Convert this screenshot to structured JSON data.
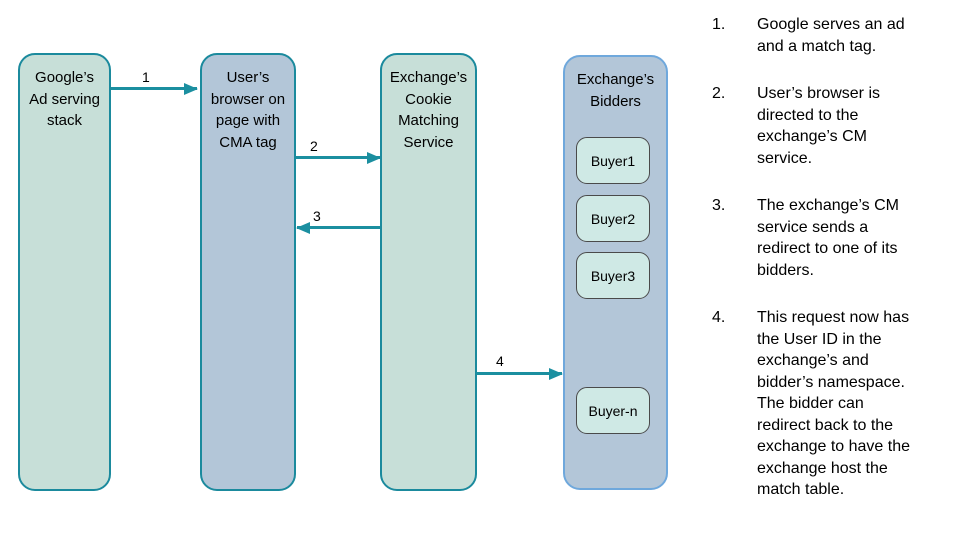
{
  "colors": {
    "teal_border": "#1b8a9d",
    "teal_arrow": "#1b8fa0",
    "green_fill": "#c7dfd8",
    "blue_fill": "#b3c6d8",
    "bidders_border": "#6fa8dc",
    "buyer_fill": "#cfe9e5",
    "buyer_border": "#4a4a4a",
    "text": "#000000",
    "background": "#ffffff"
  },
  "diagram": {
    "nodes": {
      "google": {
        "label": "Google’s\nAd serving\nstack"
      },
      "browser": {
        "label": "User’s\nbrowser on\npage with\nCMA tag"
      },
      "cm_service": {
        "label": "Exchange’s\nCookie\nMatching\nService"
      },
      "bidders": {
        "label": "Exchange’s\nBidders",
        "buyers": [
          "Buyer1",
          "Buyer2",
          "Buyer3",
          "Buyer-n"
        ]
      }
    },
    "arrows": [
      {
        "label": "1",
        "from": "google",
        "to": "browser"
      },
      {
        "label": "2",
        "from": "browser",
        "to": "cm_service"
      },
      {
        "label": "3",
        "from": "cm_service",
        "to": "browser"
      },
      {
        "label": "4",
        "from": "cm_service",
        "to": "bidders"
      }
    ]
  },
  "steps": {
    "items": [
      {
        "number": "1.",
        "text": "Google serves an ad\nand a match tag."
      },
      {
        "number": "2.",
        "text": "User’s browser is\ndirected to the\nexchange’s CM\nservice."
      },
      {
        "number": "3.",
        "text": "The exchange’s CM\nservice sends a\nredirect to one of its\nbidders."
      },
      {
        "number": "4.",
        "text": "This request now has\nthe User ID in the\nexchange’s and\nbidder’s namespace.\nThe bidder can\nredirect back to the\nexchange to have the\nexchange host the\nmatch table."
      }
    ]
  }
}
